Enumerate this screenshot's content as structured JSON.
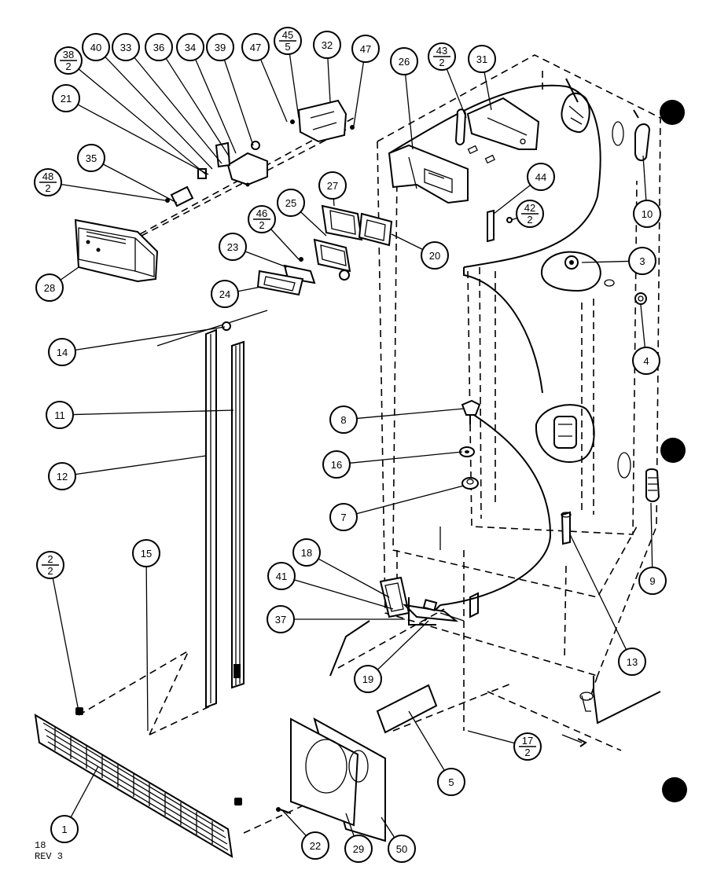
{
  "footer": {
    "line1": "18",
    "line2": "REV 3"
  },
  "callouts": [
    {
      "id": "c38",
      "label": "38",
      "qty": "2"
    },
    {
      "id": "c40",
      "label": "40"
    },
    {
      "id": "c33",
      "label": "33"
    },
    {
      "id": "c36",
      "label": "36"
    },
    {
      "id": "c34",
      "label": "34"
    },
    {
      "id": "c39",
      "label": "39"
    },
    {
      "id": "c47a",
      "label": "47"
    },
    {
      "id": "c45",
      "label": "45",
      "qty": "5"
    },
    {
      "id": "c32",
      "label": "32"
    },
    {
      "id": "c47b",
      "label": "47"
    },
    {
      "id": "c26",
      "label": "26"
    },
    {
      "id": "c43",
      "label": "43",
      "qty": "2"
    },
    {
      "id": "c31",
      "label": "31"
    },
    {
      "id": "c21",
      "label": "21"
    },
    {
      "id": "c35",
      "label": "35"
    },
    {
      "id": "c48",
      "label": "48",
      "qty": "2"
    },
    {
      "id": "c27",
      "label": "27"
    },
    {
      "id": "c44",
      "label": "44"
    },
    {
      "id": "c25",
      "label": "25"
    },
    {
      "id": "c46",
      "label": "46",
      "qty": "2"
    },
    {
      "id": "c42",
      "label": "42",
      "qty": "2"
    },
    {
      "id": "c10",
      "label": "10"
    },
    {
      "id": "c28",
      "label": "28"
    },
    {
      "id": "c23",
      "label": "23"
    },
    {
      "id": "c20",
      "label": "20"
    },
    {
      "id": "c3",
      "label": "3"
    },
    {
      "id": "c24",
      "label": "24"
    },
    {
      "id": "c14",
      "label": "14"
    },
    {
      "id": "c4",
      "label": "4"
    },
    {
      "id": "c11",
      "label": "11"
    },
    {
      "id": "c8",
      "label": "8"
    },
    {
      "id": "c16",
      "label": "16"
    },
    {
      "id": "c12",
      "label": "12"
    },
    {
      "id": "c7",
      "label": "7"
    },
    {
      "id": "c15",
      "label": "15"
    },
    {
      "id": "c18",
      "label": "18"
    },
    {
      "id": "c2",
      "label": "2",
      "qty": "2"
    },
    {
      "id": "c41",
      "label": "41"
    },
    {
      "id": "c9",
      "label": "9"
    },
    {
      "id": "c37",
      "label": "37"
    },
    {
      "id": "c13",
      "label": "13"
    },
    {
      "id": "c19",
      "label": "19"
    },
    {
      "id": "c17",
      "label": "17",
      "qty": "2"
    },
    {
      "id": "c5",
      "label": "5"
    },
    {
      "id": "c1",
      "label": "1"
    },
    {
      "id": "c22",
      "label": "22"
    },
    {
      "id": "c29",
      "label": "29"
    },
    {
      "id": "c50",
      "label": "50"
    }
  ]
}
